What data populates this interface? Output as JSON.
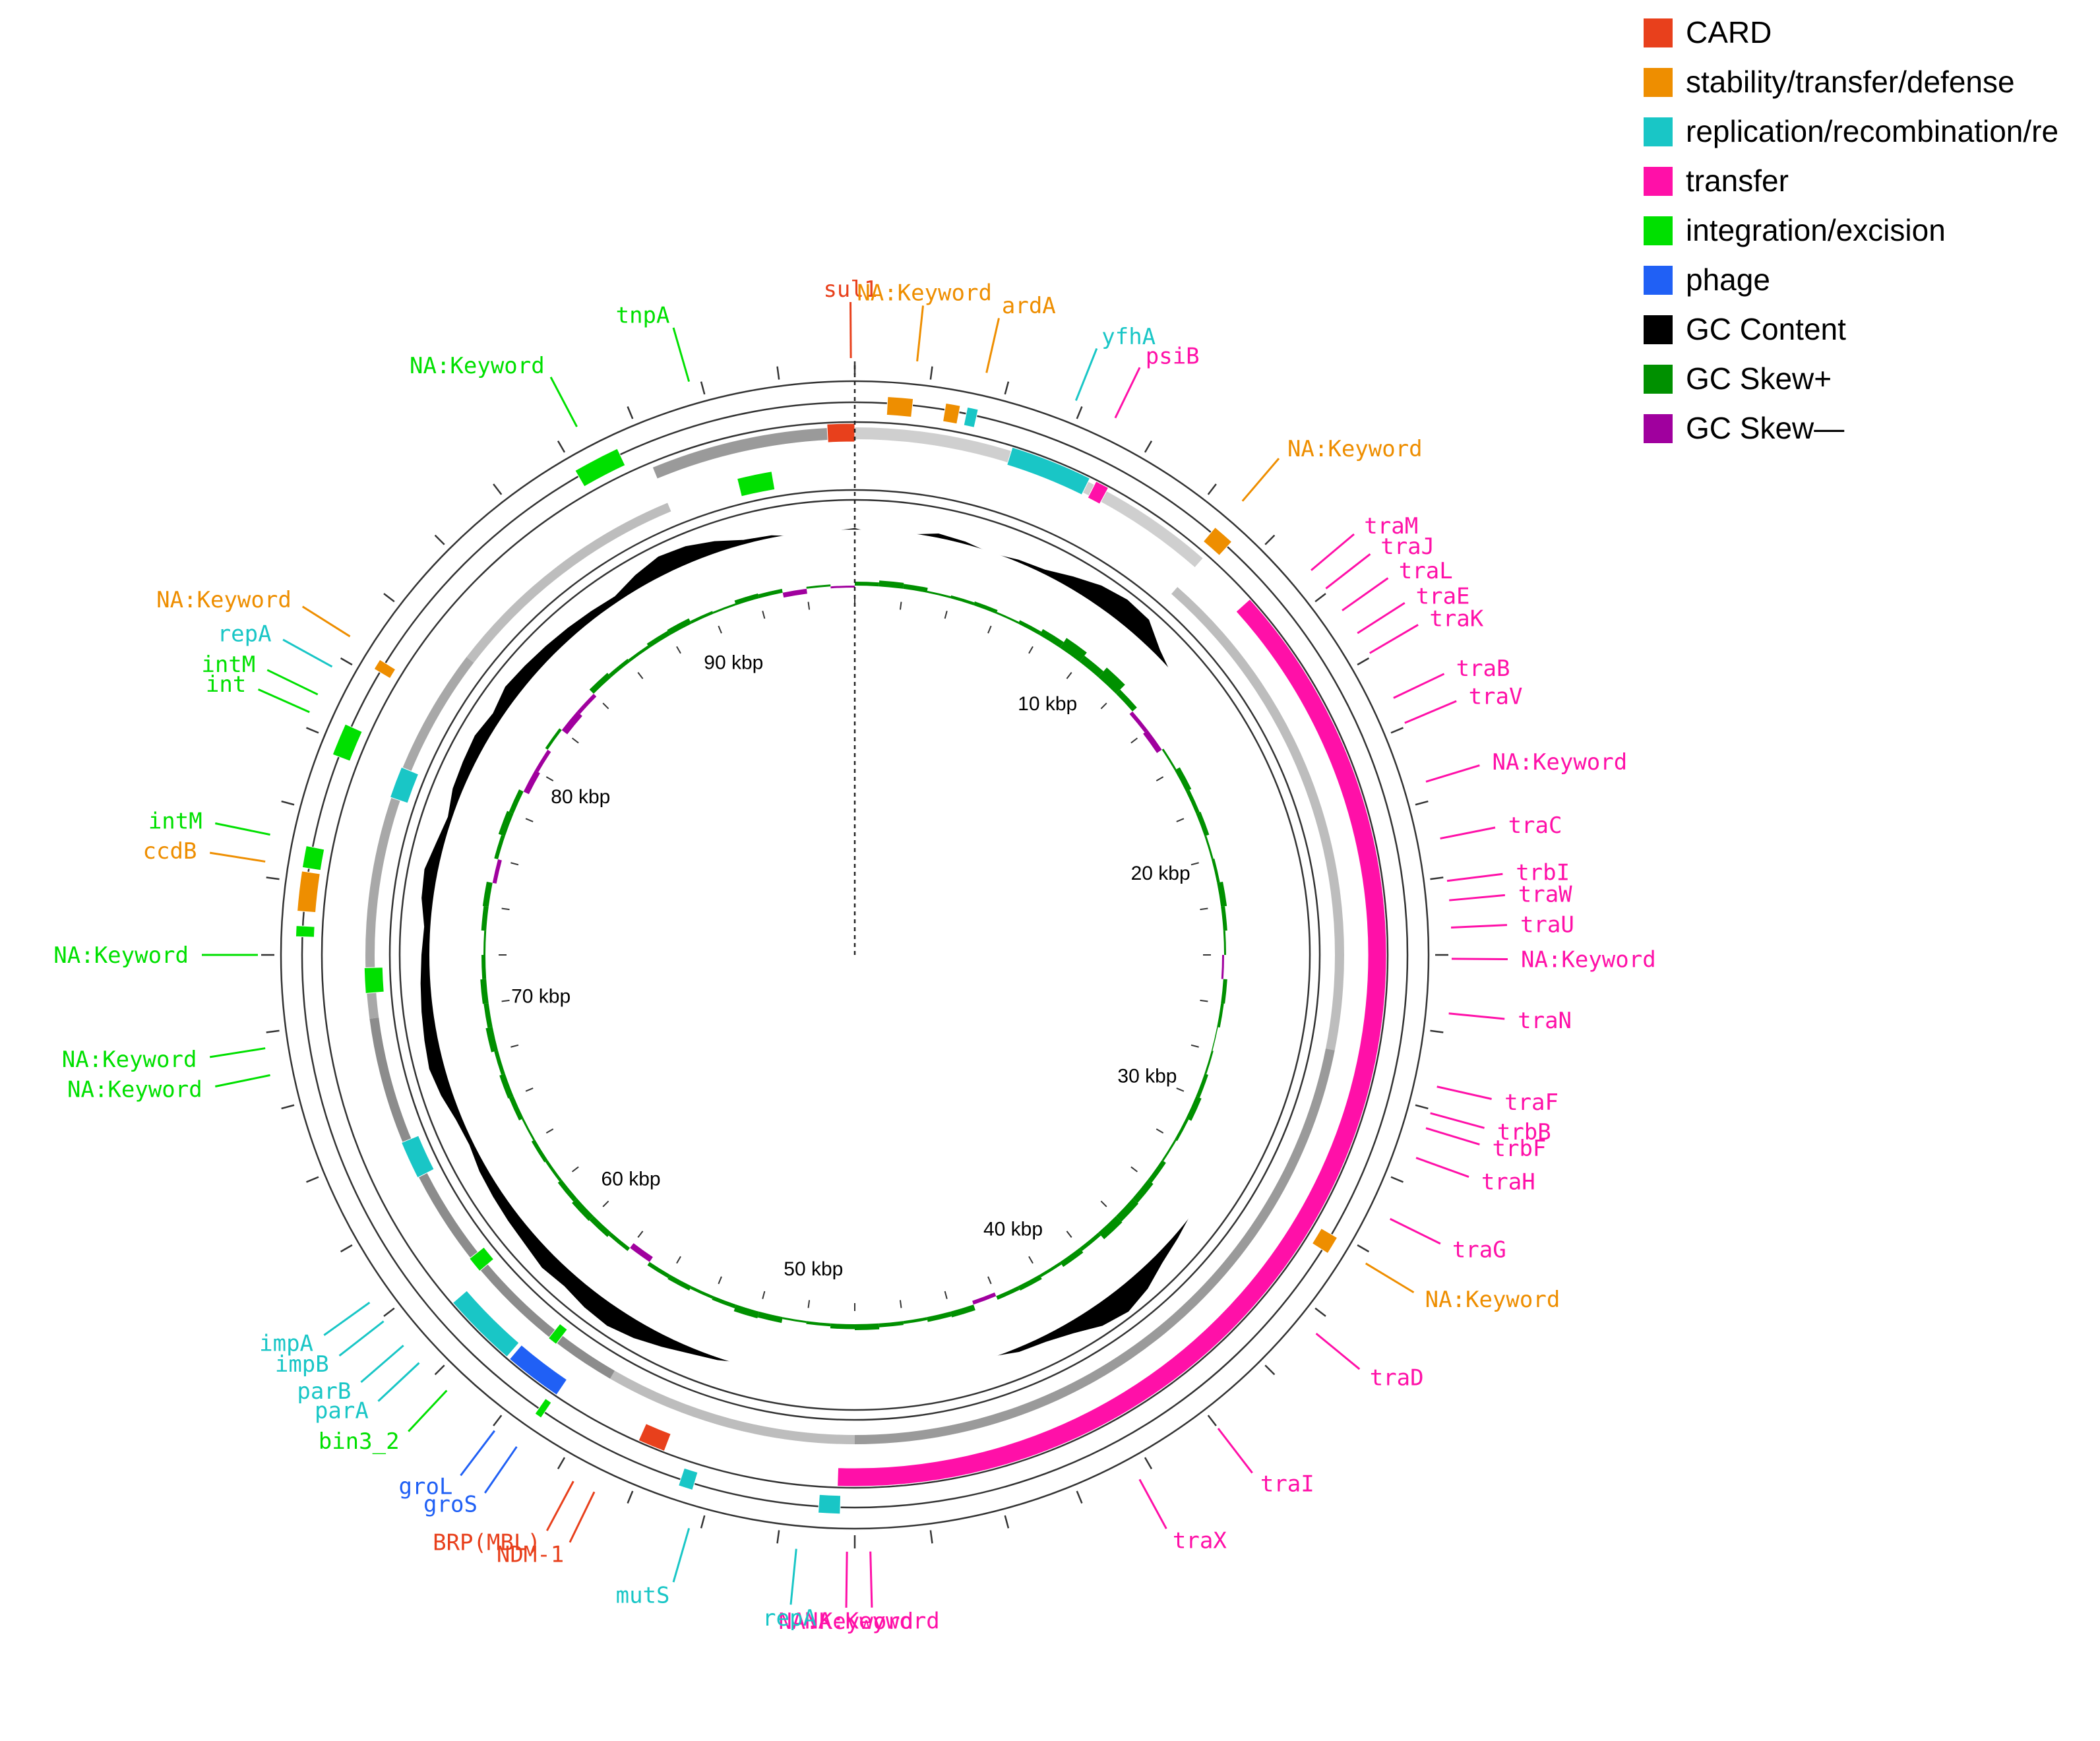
{
  "legend": [
    {
      "label": "CARD",
      "color": "#e8401c"
    },
    {
      "label": "stability/transfer/defense",
      "color": "#ee8e00"
    },
    {
      "label": "replication/recombination/re",
      "color": "#19c6c6"
    },
    {
      "label": "transfer",
      "color": "#ff10a8"
    },
    {
      "label": "integration/excision",
      "color": "#00e000"
    },
    {
      "label": "phage",
      "color": "#2060f5"
    },
    {
      "label": "GC Content",
      "color": "#000000"
    },
    {
      "label": "GC Skew+",
      "color": "#009000"
    },
    {
      "label": "GC Skew—",
      "color": "#a0009e"
    }
  ],
  "colors": {
    "CARD": "#e8401c",
    "stability": "#ee8e00",
    "replication": "#19c6c6",
    "transfer": "#ff10a8",
    "integration": "#00e000",
    "phage": "#2060f5",
    "gc": "#000000",
    "skew_pos": "#009000",
    "skew_neg": "#a0009e"
  },
  "chart_data": {
    "type": "circular-genome-map",
    "genome_length_kbp": 96,
    "tick_labels": [
      {
        "kbp": 10,
        "label": "10 kbp"
      },
      {
        "kbp": 20,
        "label": "20 kbp"
      },
      {
        "kbp": 30,
        "label": "30 kbp"
      },
      {
        "kbp": 40,
        "label": "40 kbp"
      },
      {
        "kbp": 50,
        "label": "50 kbp"
      },
      {
        "kbp": 60,
        "label": "60 kbp"
      },
      {
        "kbp": 70,
        "label": "70 kbp"
      },
      {
        "kbp": 80,
        "label": "80 kbp"
      },
      {
        "kbp": 90,
        "label": "90 kbp"
      }
    ],
    "gene_labels": [
      {
        "text": "sul1",
        "cat": "CARD",
        "pos": 95.9
      },
      {
        "text": "NA:Keyword",
        "cat": "stability",
        "pos": 1.6
      },
      {
        "text": "ardA",
        "cat": "stability",
        "pos": 3.4
      },
      {
        "text": "yfhA",
        "cat": "replication",
        "pos": 5.8
      },
      {
        "text": "psiB",
        "cat": "transfer",
        "pos": 6.9
      },
      {
        "text": "NA:Keyword",
        "cat": "stability",
        "pos": 10.8
      },
      {
        "text": "traM",
        "cat": "transfer",
        "pos": 13.3
      },
      {
        "text": "traJ",
        "cat": "transfer",
        "pos": 13.9
      },
      {
        "text": "traL",
        "cat": "transfer",
        "pos": 14.6
      },
      {
        "text": "traE",
        "cat": "transfer",
        "pos": 15.3
      },
      {
        "text": "traK",
        "cat": "transfer",
        "pos": 15.9
      },
      {
        "text": "traB",
        "cat": "transfer",
        "pos": 17.2
      },
      {
        "text": "traV",
        "cat": "transfer",
        "pos": 17.9
      },
      {
        "text": "NA:Keyword",
        "cat": "transfer",
        "pos": 19.5
      },
      {
        "text": "traC",
        "cat": "transfer",
        "pos": 21.0
      },
      {
        "text": "trbI",
        "cat": "transfer",
        "pos": 22.1
      },
      {
        "text": "traW",
        "cat": "transfer",
        "pos": 22.6
      },
      {
        "text": "traU",
        "cat": "transfer",
        "pos": 23.3
      },
      {
        "text": "NA:Keyword",
        "cat": "transfer",
        "pos": 24.1
      },
      {
        "text": "traN",
        "cat": "transfer",
        "pos": 25.5
      },
      {
        "text": "traF",
        "cat": "transfer",
        "pos": 27.4
      },
      {
        "text": "trbB",
        "cat": "transfer",
        "pos": 28.1
      },
      {
        "text": "trbF",
        "cat": "transfer",
        "pos": 28.5
      },
      {
        "text": "traH",
        "cat": "transfer",
        "pos": 29.3
      },
      {
        "text": "traG",
        "cat": "transfer",
        "pos": 31.0
      },
      {
        "text": "NA:Keyword",
        "cat": "stability",
        "pos": 32.3
      },
      {
        "text": "traD",
        "cat": "transfer",
        "pos": 34.5
      },
      {
        "text": "traI",
        "cat": "transfer",
        "pos": 38.0
      },
      {
        "text": "traX",
        "cat": "transfer",
        "pos": 40.4
      },
      {
        "text": "NA:Keyword",
        "cat": "transfer",
        "pos": 47.6
      },
      {
        "text": "NA:Keyword",
        "cat": "transfer",
        "pos": 48.2
      },
      {
        "text": "repA",
        "cat": "replication",
        "pos": 49.5
      },
      {
        "text": "mutS",
        "cat": "replication",
        "pos": 52.3
      },
      {
        "text": "NDM-1",
        "cat": "CARD",
        "pos": 54.9
      },
      {
        "text": "BRP(MBL)",
        "cat": "CARD",
        "pos": 55.5
      },
      {
        "text": "groS",
        "cat": "phage",
        "pos": 57.2
      },
      {
        "text": "groL",
        "cat": "phage",
        "pos": 57.9
      },
      {
        "text": "bin3_2",
        "cat": "integration",
        "pos": 59.5
      },
      {
        "text": "parA",
        "cat": "replication",
        "pos": 60.5
      },
      {
        "text": "parB",
        "cat": "replication",
        "pos": 61.1
      },
      {
        "text": "impB",
        "cat": "replication",
        "pos": 61.9
      },
      {
        "text": "impA",
        "cat": "replication",
        "pos": 62.5
      },
      {
        "text": "NA:Keyword",
        "cat": "integration",
        "pos": 68.9
      },
      {
        "text": "NA:Keyword",
        "cat": "integration",
        "pos": 69.6
      },
      {
        "text": "NA:Keyword",
        "cat": "integration",
        "pos": 72.0
      },
      {
        "text": "ccdB",
        "cat": "stability",
        "pos": 74.4
      },
      {
        "text": "intM",
        "cat": "integration",
        "pos": 75.1
      },
      {
        "text": "int",
        "cat": "integration",
        "pos": 78.4
      },
      {
        "text": "intM",
        "cat": "integration",
        "pos": 78.9
      },
      {
        "text": "repA",
        "cat": "replication",
        "pos": 79.7
      },
      {
        "text": "NA:Keyword",
        "cat": "stability",
        "pos": 80.6
      },
      {
        "text": "NA:Keyword",
        "cat": "integration",
        "pos": 88.6
      },
      {
        "text": "tnpA",
        "cat": "integration",
        "pos": 91.7
      }
    ],
    "gc_profile": [
      0.02,
      -0.15,
      -0.05,
      0.1,
      0.05,
      -0.05,
      0.05,
      0.1,
      0.3,
      0.5,
      0.6,
      0.55,
      0.15,
      -0.1,
      -0.25,
      -0.3,
      -0.3,
      -0.2,
      -0.25,
      -0.2,
      -0.3,
      -0.2,
      -0.25,
      -0.2,
      -0.3,
      -0.25,
      -0.2,
      -0.25,
      -0.3,
      -0.2,
      -0.15,
      -0.2,
      -0.15,
      -0.1,
      -0.05,
      0.1,
      0.25,
      0.5,
      0.65,
      0.55,
      0.3,
      0.15,
      0.1,
      -0.05,
      -0.2,
      -0.4,
      -0.35,
      -0.25,
      -0.2,
      -0.35,
      -0.25,
      -0.15,
      -0.1,
      0.05,
      0.15,
      0.3,
      0.45,
      0.55,
      0.5,
      0.4,
      0.45,
      0.35,
      0.3,
      0.25,
      0.2,
      0.1,
      0.15,
      0.3,
      0.4,
      0.35,
      0.3,
      0.25,
      0.2,
      0.15,
      0.3,
      0.35,
      0.2,
      0.1,
      0.25,
      0.3,
      0.35,
      0.25,
      0.4,
      0.35,
      0.3,
      0.25,
      0.2,
      0.15,
      0.35,
      0.5,
      0.45,
      0.3,
      0.1,
      0.05,
      -0.1,
      -0.05
    ],
    "skew_profile": [
      0.2,
      0.3,
      0.25,
      0.1,
      0.15,
      0.2,
      0.1,
      0.2,
      0.35,
      0.6,
      0.4,
      0.65,
      0.3,
      -0.2,
      -0.3,
      0.1,
      0.3,
      0.2,
      0.25,
      0.1,
      0.15,
      0.3,
      0.2,
      0.1,
      -0.1,
      0.2,
      0.15,
      0.05,
      0.1,
      0.2,
      0.3,
      0.15,
      0.1,
      0.25,
      0.35,
      0.4,
      0.45,
      0.2,
      0.3,
      0.15,
      0.25,
      0.2,
      -0.2,
      0.3,
      0.25,
      0.15,
      0.2,
      0.3,
      0.25,
      0.15,
      0.1,
      0.3,
      0.35,
      0.2,
      0.15,
      0.25,
      0.2,
      -0.3,
      0.2,
      0.3,
      0.35,
      0.25,
      0.15,
      0.2,
      0.1,
      0.25,
      0.3,
      0.2,
      0.35,
      0.25,
      0.3,
      0.2,
      0.1,
      0.25,
      0.3,
      -0.2,
      0.2,
      0.35,
      0.25,
      -0.3,
      -0.2,
      0.15,
      -0.35,
      -0.2,
      0.3,
      0.2,
      0.15,
      0.25,
      0.3,
      0.15,
      0.1,
      0.25,
      0.2,
      -0.25,
      0.1,
      -0.1
    ]
  }
}
